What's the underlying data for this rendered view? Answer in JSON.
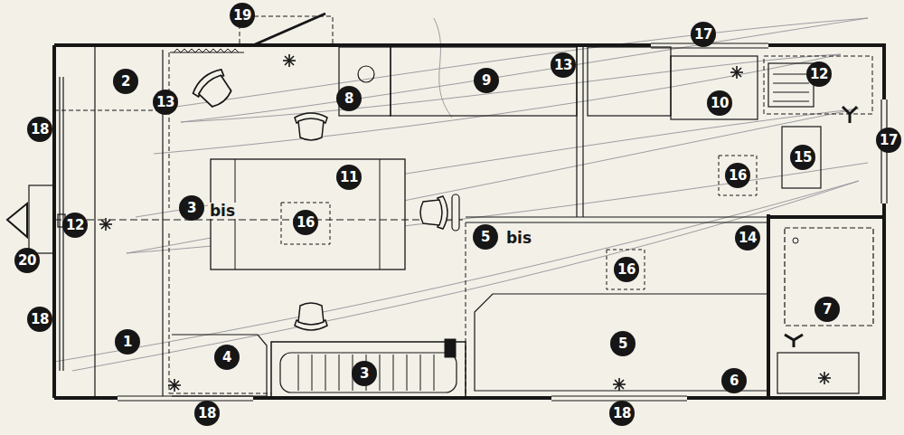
{
  "diagram": {
    "labels": [
      "19",
      "17",
      "2",
      "13",
      "8",
      "9",
      "13",
      "12",
      "10",
      "17",
      "18",
      "15",
      "11",
      "16",
      "3",
      "bis",
      "16",
      "12",
      "14",
      "5",
      "bis",
      "16",
      "20",
      "7",
      "18",
      "1",
      "4",
      "5",
      "3",
      "6",
      "18",
      "18"
    ]
  }
}
